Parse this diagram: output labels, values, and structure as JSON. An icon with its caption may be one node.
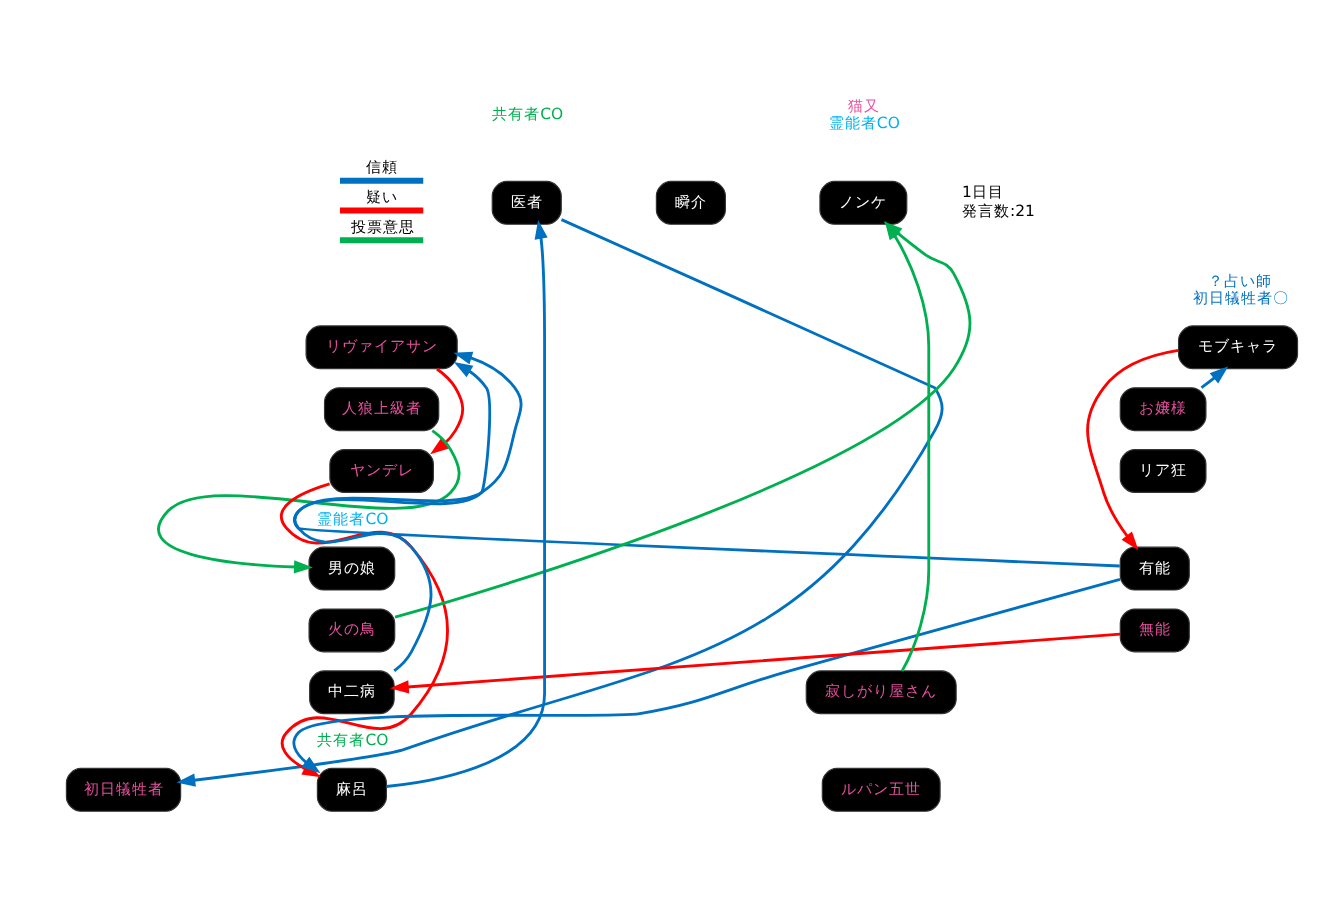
{
  "diagram": {
    "nodes": [
      {
        "text": [
          "医者"
        ],
        "beside": [
          "共有者CO"
        ]
      },
      {
        "text": [
          "瞬介"
        ]
      },
      {
        "text": [
          "ノンケ"
        ],
        "beside": [
          "猫又",
          "霊能者CO"
        ]
      },
      {
        "text": [
          "リヴァイアサン"
        ]
      },
      {
        "text": [
          "モブキャラ"
        ],
        "beside": [
          "？占い師",
          "初日犠牲者〇"
        ]
      },
      {
        "text": [
          "人狼上級者"
        ]
      },
      {
        "text": [
          "お嬢様"
        ]
      },
      {
        "text": [
          "ヤンデレ"
        ]
      },
      {
        "text": [
          "リア狂"
        ]
      },
      {
        "text": [
          "男の娘"
        ],
        "beside": [
          "霊能者CO"
        ]
      },
      {
        "text": [
          "有能"
        ]
      },
      {
        "text": [
          "火の鳥"
        ]
      },
      {
        "text": [
          "無能"
        ]
      },
      {
        "text": [
          "中二病"
        ]
      },
      {
        "text": [
          "寂しがり屋さん"
        ]
      },
      {
        "text": [
          "初日犠牲者"
        ]
      },
      {
        "text": [
          "麻呂"
        ],
        "beside": [
          "共有者CO"
        ]
      },
      {
        "text": [
          "ルパン五世"
        ]
      }
    ],
    "edges": [
      {
        "from": 16,
        "to": 0,
        "arrow": "to"
      },
      {
        "from": 13,
        "to": 3,
        "arrow": "to"
      },
      {
        "from": 10,
        "to": 3,
        "arrow": "to"
      },
      {
        "from": 10,
        "to": 16,
        "arrow": "to"
      },
      {
        "from": 0,
        "to": 15,
        "arrow": "to"
      },
      {
        "from": 6,
        "to": 4,
        "arrow": "to"
      },
      {
        "from": 3,
        "to": 7,
        "arrow": "to",
        "color": "#ff0000"
      },
      {
        "from": 7,
        "to": 16,
        "arrow": "to",
        "color": "#ff0000"
      },
      {
        "from": 4,
        "to": 10,
        "arrow": "to",
        "color": "#ff0000"
      },
      {
        "from": 12,
        "to": 13,
        "arrow": "to",
        "color": "#ff0000"
      },
      {
        "from": 5,
        "to": 9,
        "arrow": "to",
        "color": "#00b050"
      },
      {
        "from": 11,
        "to": 2,
        "arrow": "to",
        "color": "#00b050"
      },
      {
        "from": 14,
        "to": 2,
        "arrow": "to",
        "color": "#00b050"
      }
    ],
    "labels": [
      "1日目",
      "発言数:21"
    ],
    "legend": [
      {
        "text": "信頼",
        "color": "#0070c0"
      },
      {
        "text": "疑い",
        "color": "#ff0000"
      },
      {
        "text": "投票意思",
        "color": "#00b050"
      }
    ]
  }
}
